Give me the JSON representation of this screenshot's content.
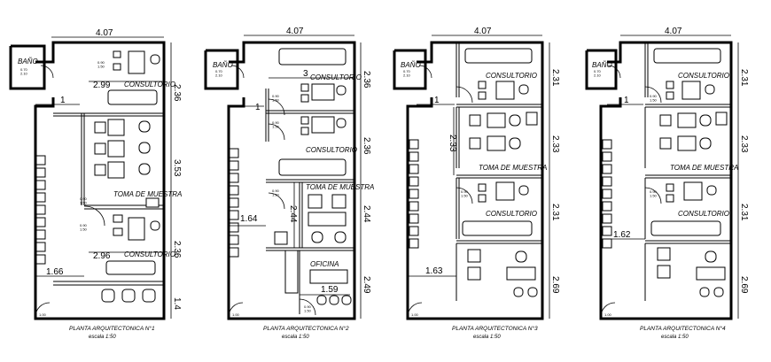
{
  "plans": [
    {
      "title": "PLANTA ARQUITECTONICA N°1",
      "scale": "escala 1:50",
      "labels": [
        "BAÑO",
        "CONSULTORIO",
        "TOMA DE MUESTRA",
        "CONSULTORIO"
      ],
      "dims": [
        "4.07",
        "2.36",
        "3.53",
        "2.36",
        "1.4",
        "2.99",
        "2.96",
        "1",
        "1.66"
      ],
      "door_tags": [
        "0.70\n2.10",
        "0.90\n1.50",
        "0.90\n1.50",
        "0.90\n1.50",
        "1.00\n2.00"
      ]
    },
    {
      "title": "PLANTA ARQUITECTONICA N°2",
      "scale": "escala 1:50",
      "labels": [
        "BAÑO",
        "CONSULTORIO",
        "CONSULTORIO",
        "TOMA DE MUESTRA",
        "OFICINA"
      ],
      "dims": [
        "4.07",
        "2.36",
        "2.36",
        "2.44",
        "2.44",
        "2.49",
        "3",
        "1",
        "1.64",
        "1.59"
      ],
      "door_tags": [
        "0.70\n2.10",
        "0.90\n1.50",
        "0.90\n1.50",
        "0.90\n1.50",
        "0.90\n1.50",
        "1.00\n2.00"
      ]
    },
    {
      "title": "PLANTA ARQUITECTONICA N°3",
      "scale": "escala 1:50",
      "labels": [
        "BAÑO",
        "CONSULTORIO",
        "TOMA DE MUESTRA",
        "CONSULTORIO"
      ],
      "dims": [
        "4.07",
        "2.31",
        "2.33",
        "2.31",
        "2.69",
        "2.33",
        "1",
        "1.63"
      ],
      "door_tags": [
        "0.70\n2.10",
        "0.90\n1.50",
        "1.00\n2.00"
      ]
    },
    {
      "title": "PLANTA ARQUITECTONICA N°4",
      "scale": "escala 1:50",
      "labels": [
        "BAÑO",
        "CONSULTORIO",
        "TOMA DE MUESTRA",
        "CONSULTORIO"
      ],
      "dims": [
        "4.07",
        "2.31",
        "2.33",
        "2.31",
        "2.69",
        "1",
        "1.62"
      ],
      "door_tags": [
        "0.70\n2.10",
        "0.90\n1.50",
        "0.90\n1.50",
        "1.00\n2.00"
      ]
    }
  ]
}
